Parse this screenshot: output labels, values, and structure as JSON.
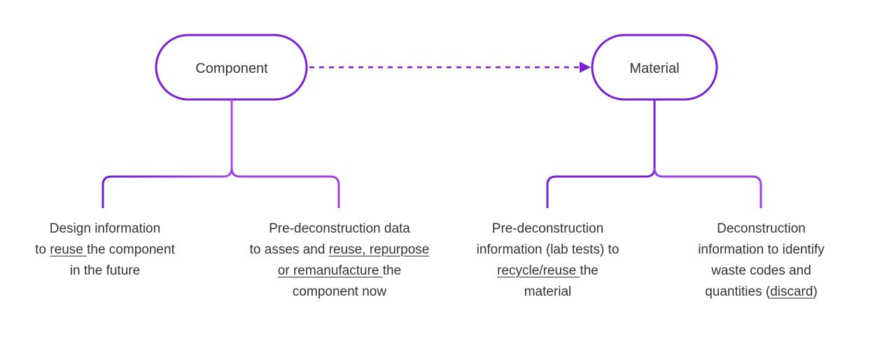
{
  "nodes": {
    "component": "Component",
    "material": "Material"
  },
  "colors": {
    "stroke_dark": "#7a1fd6",
    "stroke_light": "#9b3fe8",
    "arrow": "#7a1fd6",
    "text": "#333333"
  },
  "descriptions": [
    {
      "lines": [
        [
          {
            "t": "Design information"
          }
        ],
        [
          {
            "t": "to "
          },
          {
            "t": "reuse ",
            "u": true
          },
          {
            "t": "the component"
          }
        ],
        [
          {
            "t": "in the future"
          }
        ]
      ]
    },
    {
      "lines": [
        [
          {
            "t": "Pre-deconstruction data"
          }
        ],
        [
          {
            "t": "to asses and "
          },
          {
            "t": "reuse, repurpose ",
            "u": true
          }
        ],
        [
          {
            "t": "or remanufacture ",
            "u": true
          },
          {
            "t": "the"
          }
        ],
        [
          {
            "t": "component now"
          }
        ]
      ]
    },
    {
      "lines": [
        [
          {
            "t": "Pre-deconstruction"
          }
        ],
        [
          {
            "t": "information (lab tests) to"
          }
        ],
        [
          {
            "t": "recycle/reuse ",
            "u": true
          },
          {
            "t": "the"
          }
        ],
        [
          {
            "t": "material"
          }
        ]
      ]
    },
    {
      "lines": [
        [
          {
            "t": "Deconstruction"
          }
        ],
        [
          {
            "t": "information to identify"
          }
        ],
        [
          {
            "t": "waste codes and"
          }
        ],
        [
          {
            "t": "quantities ("
          },
          {
            "t": "discard",
            "u": true
          },
          {
            "t": ")"
          }
        ]
      ]
    }
  ]
}
